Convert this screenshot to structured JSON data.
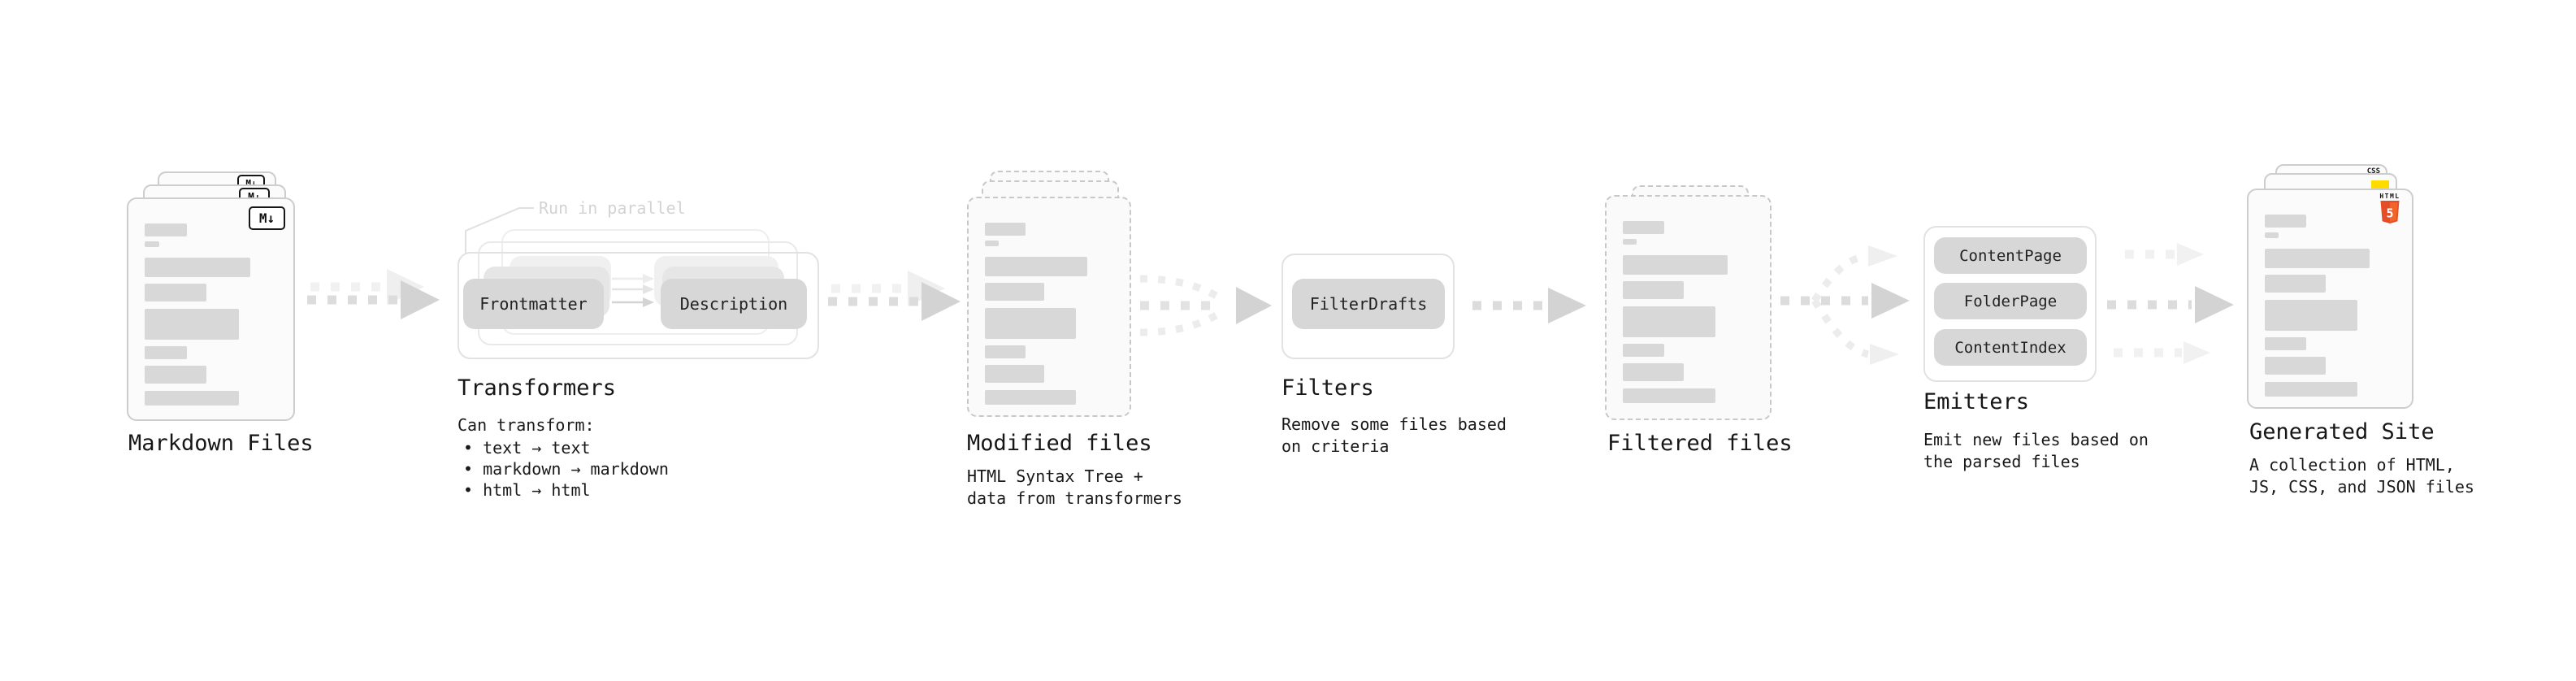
{
  "diagram": {
    "stages": {
      "markdown_files": {
        "label": "Markdown Files",
        "badge": "M↓"
      },
      "transformers": {
        "label": "Transformers",
        "note": "Run in parallel",
        "pill_left": "Frontmatter",
        "pill_right": "Description",
        "desc_heading": "Can transform:",
        "bullets": [
          "• text → text",
          "• markdown → markdown",
          "• html → html"
        ]
      },
      "modified_files": {
        "label": "Modified files",
        "desc_lines": [
          "HTML Syntax Tree +",
          "data from transformers"
        ]
      },
      "filters": {
        "label": "Filters",
        "pill": "FilterDrafts",
        "desc_lines": [
          "Remove some files based",
          "on criteria"
        ]
      },
      "filtered_files": {
        "label": "Filtered files"
      },
      "emitters": {
        "label": "Emitters",
        "pills": [
          "ContentPage",
          "FolderPage",
          "ContentIndex"
        ],
        "desc_lines": [
          "Emit new files based on",
          "the parsed files"
        ]
      },
      "generated_site": {
        "label": "Generated Site",
        "desc_lines": [
          "A collection of HTML,",
          "JS, CSS, and JSON files"
        ],
        "badges": {
          "css_label": "CSS",
          "html5_brand": "HTML",
          "html5_number": "5"
        }
      }
    },
    "colors": {
      "html5_orange": "#e44d26",
      "html5_orange_light": "#f16529",
      "css_blue": "#2b6bf3",
      "js_yellow": "#ffdc00"
    }
  }
}
